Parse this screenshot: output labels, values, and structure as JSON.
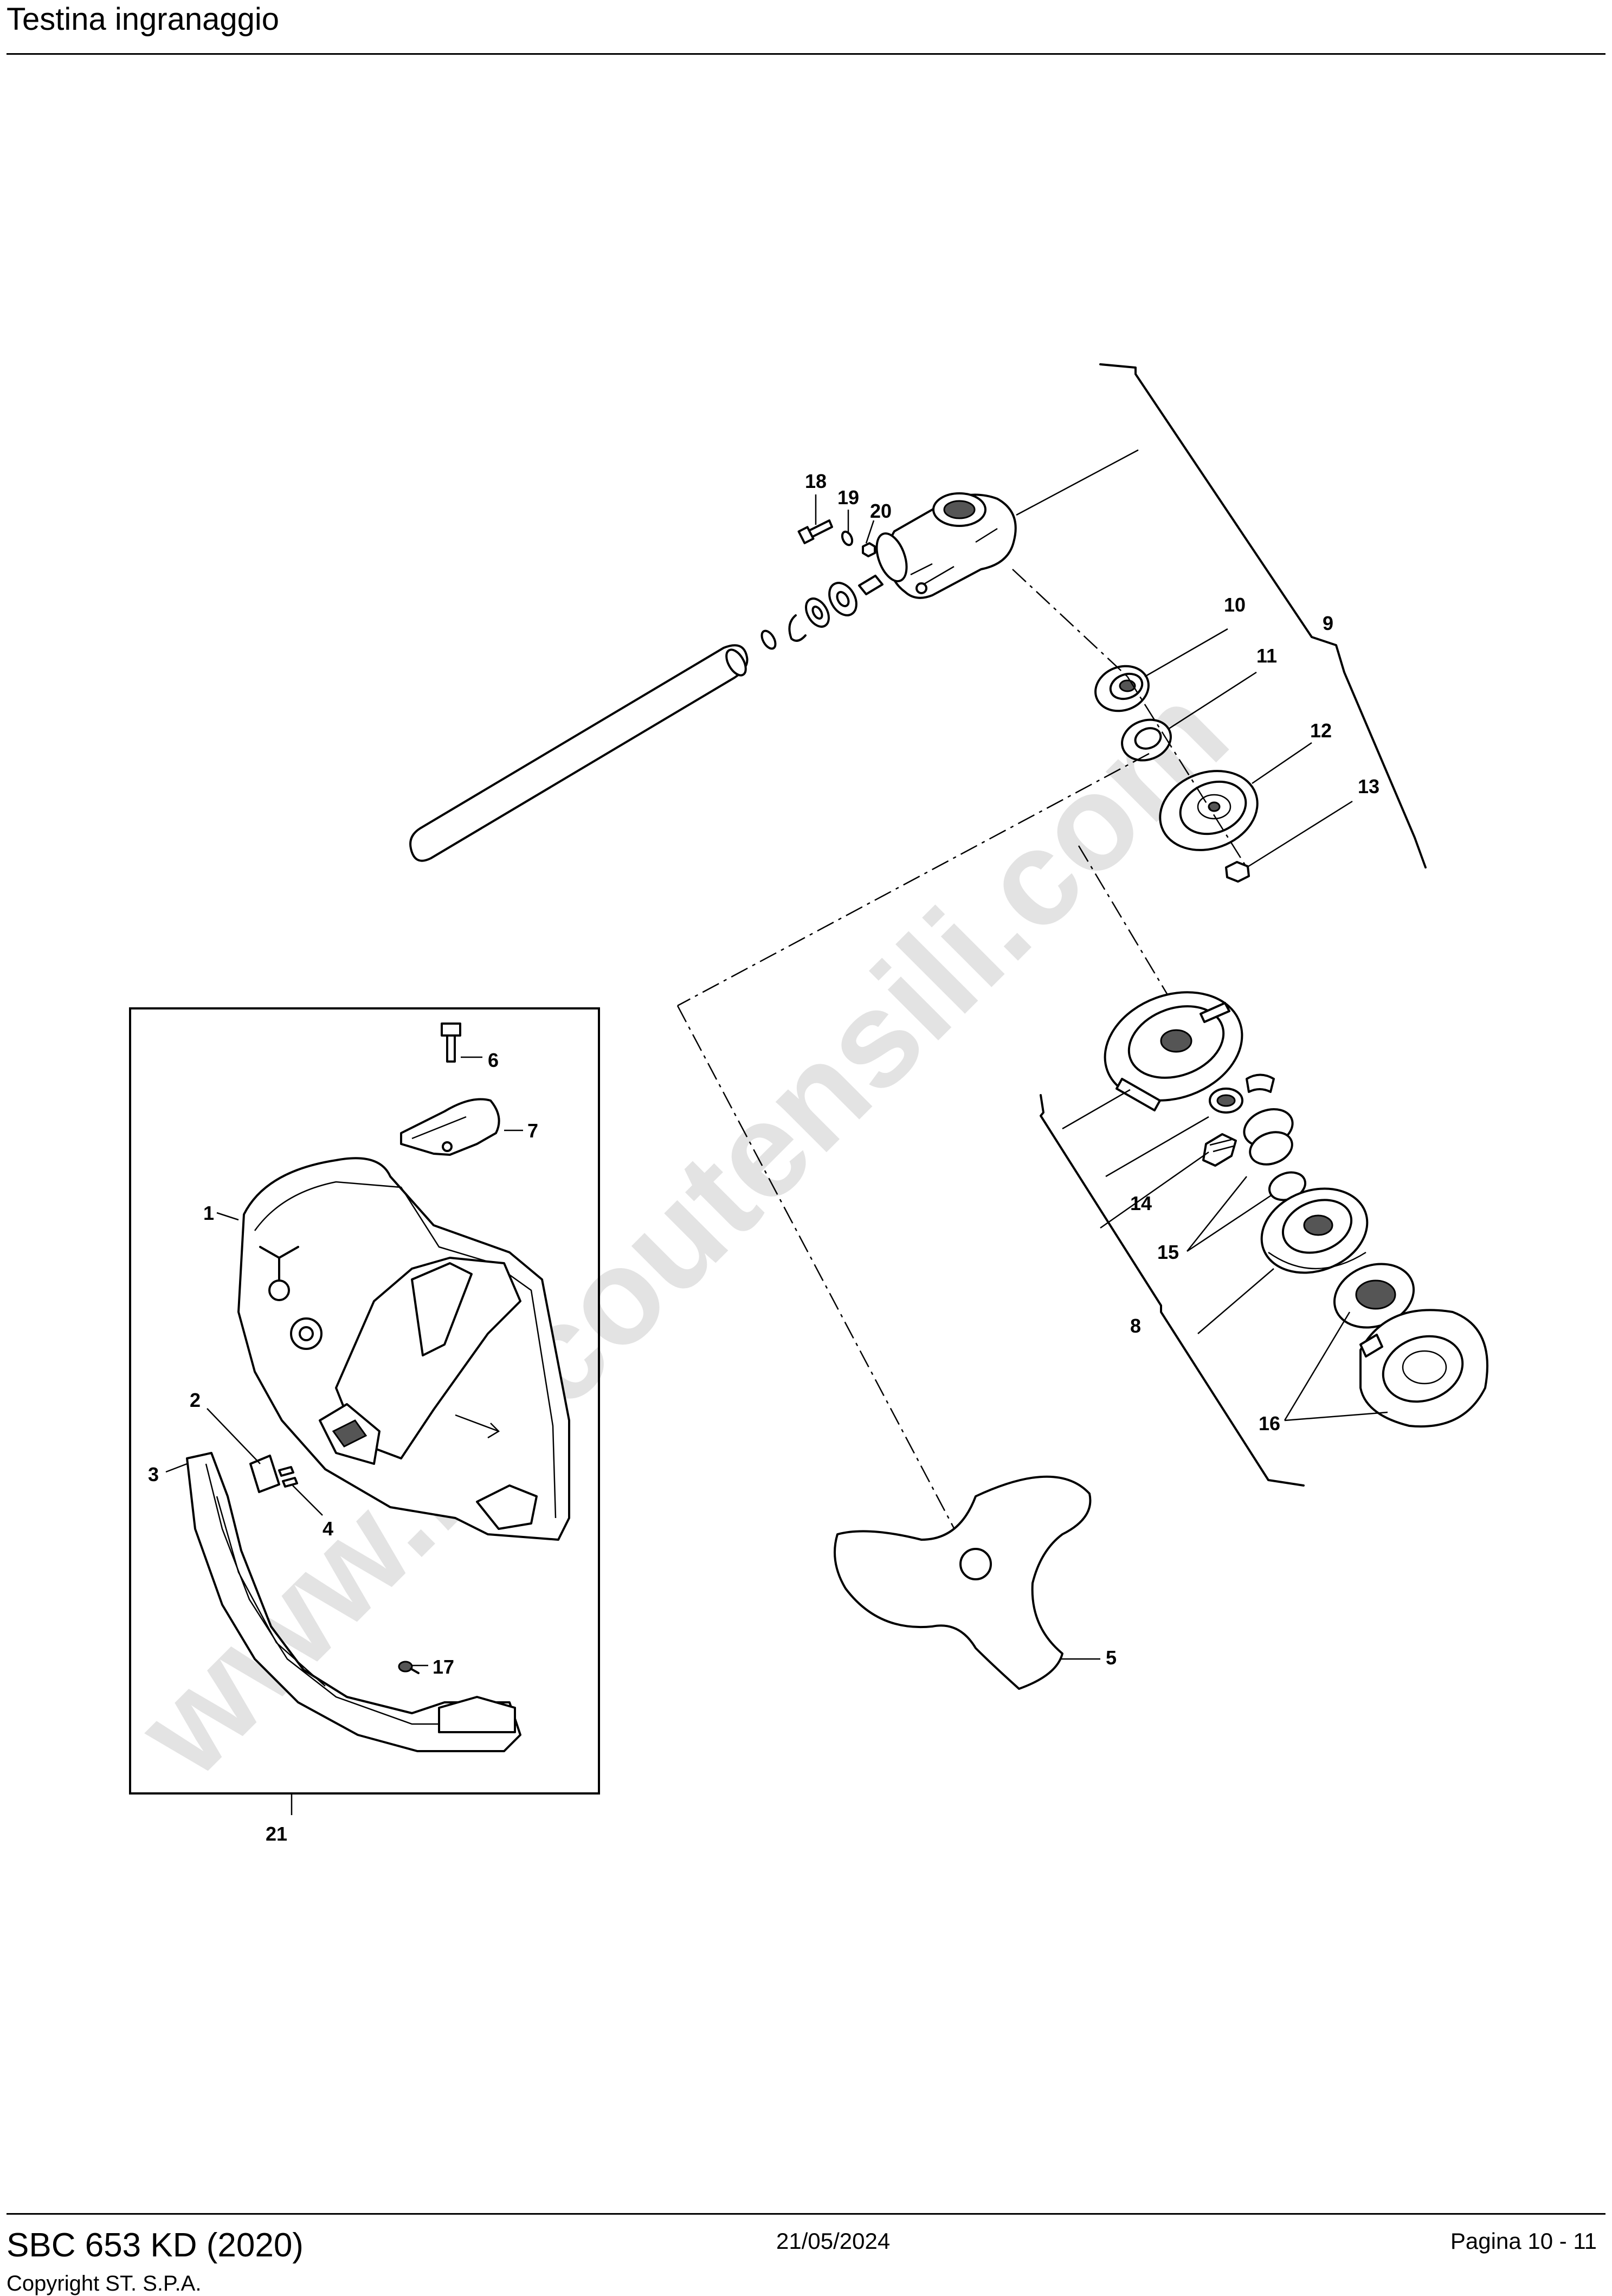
{
  "page": {
    "title": "Testina ingranaggio",
    "model": "SBC 653 KD (2020)",
    "copyright": "Copyright ST. S.P.A.",
    "date": "21/05/2024",
    "page_number": "Pagina 10 - 11"
  },
  "diagram": {
    "watermark": "www.bricoutensili.com",
    "callouts": [
      "1",
      "2",
      "3",
      "4",
      "5",
      "6",
      "7",
      "8",
      "9",
      "10",
      "11",
      "12",
      "13",
      "14",
      "15",
      "16",
      "17",
      "18",
      "19",
      "20",
      "21"
    ]
  }
}
